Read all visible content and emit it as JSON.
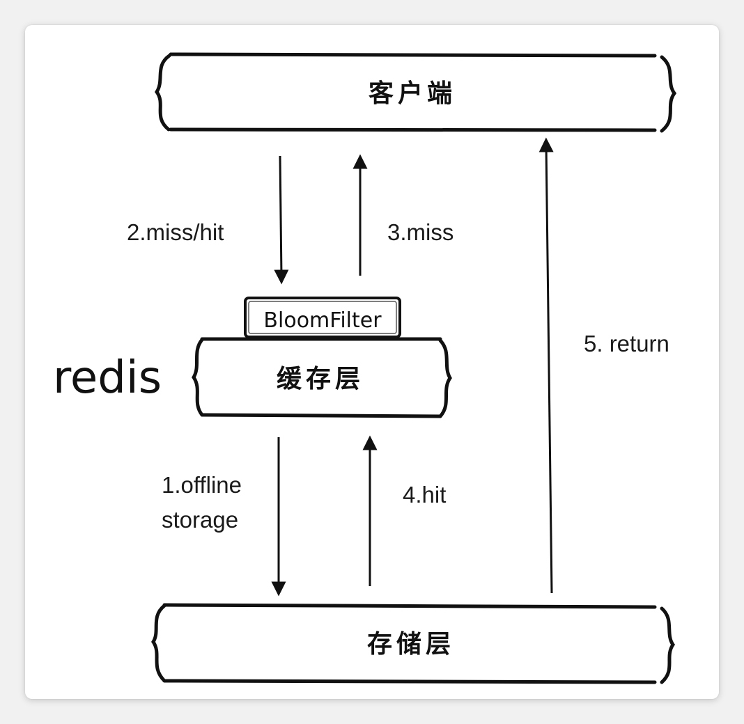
{
  "nodes": {
    "client": "客户端",
    "cache": "缓存层",
    "storage": "存储层",
    "bloom_filter": "BloomFilter",
    "redis": "redis"
  },
  "edges": {
    "miss_hit": "2.miss/hit",
    "miss": "3.miss",
    "return": "5. return",
    "offline_line1": "1.offline",
    "offline_line2": "storage",
    "hit": "4.hit"
  }
}
